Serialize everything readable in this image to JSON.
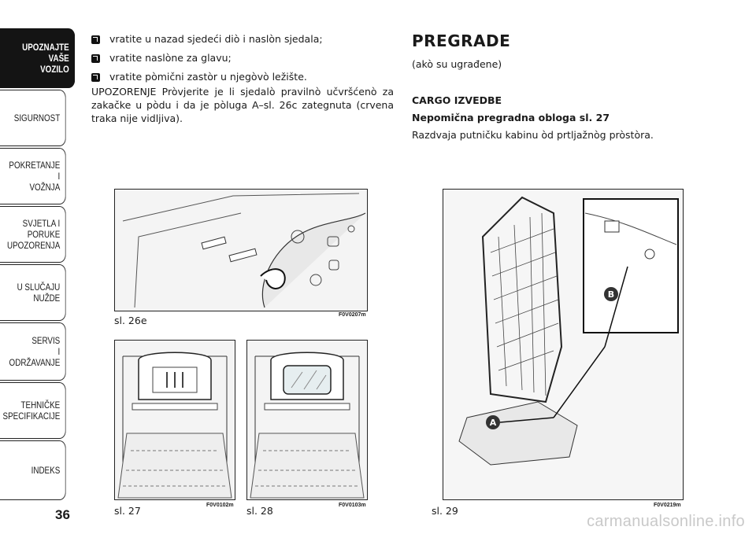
{
  "sidebar": {
    "tabs": [
      {
        "label": "UPOZNAJTE\nVAŠE\nVOZILO",
        "active": true
      },
      {
        "label": "SIGURNOST",
        "active": false
      },
      {
        "label": "POKRETANJE\nI\nVOŽNJA",
        "active": false
      },
      {
        "label": "SVJETLA I\nPORUKE\nUPOZORENJA",
        "active": false
      },
      {
        "label": "U SLUČAJU\nNUŽDE",
        "active": false
      },
      {
        "label": "SERVIS\nI\nODRŽAVANJE",
        "active": false
      },
      {
        "label": "TEHNIČKE\nSPECIFIKACIJE",
        "active": false
      },
      {
        "label": "INDEKS",
        "active": false
      }
    ],
    "page_number": "36"
  },
  "left": {
    "bullets": [
      "vratite u nazad sjedeći diò i naslòn sjedala;",
      "vratite naslòne za glavu;",
      "vratite pòmični zastòr u njegòvò ležište."
    ],
    "paragraph": "UPOZORENJE Pròvjerite je li sjedalò pravilnò učvršćenò za zakačke u pòdu i da je pòluga A–sl. 26c zategnuta (crvena traka nije vidljiva)."
  },
  "right": {
    "title": "PREGRADE",
    "subtitle": "(akò su ugrađene)",
    "section": "CARGO IZVEDBE",
    "subsection": "Nepomična pregradna obloga sl. 27",
    "description": "Razdvaja putničku kabinu òd prtljažnòg pròstòra."
  },
  "figures": {
    "fig26": {
      "caption": "sl. 26e",
      "code": "F0V0207m"
    },
    "fig27": {
      "caption": "sl. 27",
      "code": "F0V0102m"
    },
    "fig28": {
      "caption": "sl. 28",
      "code": "F0V0103m"
    },
    "fig29": {
      "caption": "sl. 29",
      "code": "F0V0219m",
      "label_a": "A",
      "label_b": "B"
    }
  },
  "watermark": "carmanualsonline.info"
}
